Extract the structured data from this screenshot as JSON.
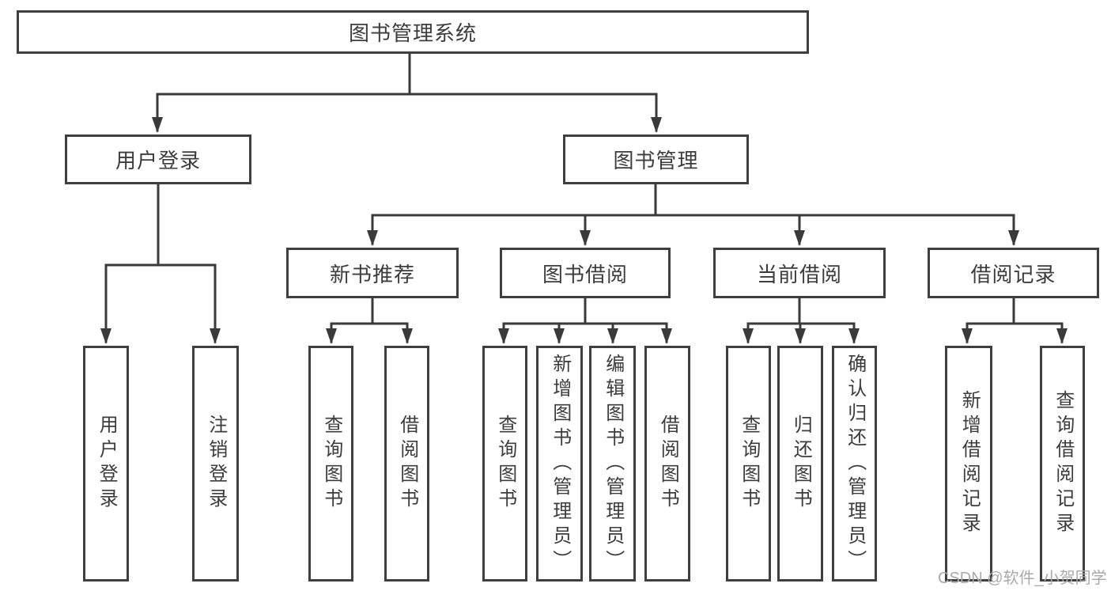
{
  "colors": {
    "line": "#3a3a3a",
    "box_border": "#3f3f3f",
    "text": "#3c3c3c",
    "background": "#ffffff",
    "watermark": "#a9a9a9"
  },
  "watermark": {
    "text": "CSDN @软件_小贺同学"
  },
  "root": {
    "label": "图书管理系统"
  },
  "branches": [
    {
      "label": "用户登录",
      "children": [
        {
          "label": "用户登录"
        },
        {
          "label": "注销登录"
        }
      ]
    },
    {
      "label": "图书管理",
      "children": [
        {
          "label": "新书推荐",
          "children": [
            {
              "label": "查询图书"
            },
            {
              "label": "借阅图书"
            }
          ]
        },
        {
          "label": "图书借阅",
          "children": [
            {
              "label": "查询图书"
            },
            {
              "label": "新增图书（管理员）"
            },
            {
              "label": "编辑图书（管理员）"
            },
            {
              "label": "借阅图书"
            }
          ]
        },
        {
          "label": "当前借阅",
          "children": [
            {
              "label": "查询图书"
            },
            {
              "label": "归还图书"
            },
            {
              "label": "确认归还（管理员）"
            }
          ]
        },
        {
          "label": "借阅记录",
          "children": [
            {
              "label": "新增借阅记录"
            },
            {
              "label": "查询借阅记录"
            }
          ]
        }
      ]
    }
  ]
}
